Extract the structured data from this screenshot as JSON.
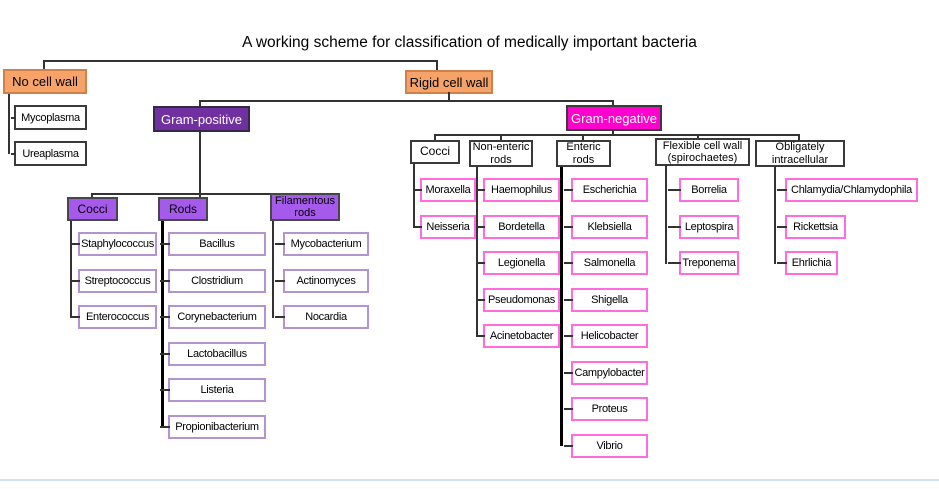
{
  "title": "A working scheme for classification of medically important bacteria",
  "colors": {
    "cell_wall_fill": "#f5a368",
    "cell_wall_border": "#d0804a",
    "gram_positive_fill": "#7030a0",
    "gram_negative_fill": "#ff00cf",
    "gp_group_fill": "#a55aeb",
    "gp_leaf_border": "#b493d3",
    "gn_leaf_border": "#ff6ce0",
    "connector": "#333333"
  },
  "tree": {
    "no_cell_wall": {
      "label": "No cell wall",
      "leaves": [
        "Mycoplasma",
        "Ureaplasma"
      ]
    },
    "rigid_cell_wall": {
      "label": "Rigid cell wall"
    },
    "gram_positive": {
      "label": "Gram-positive",
      "groups": [
        {
          "label": "Cocci",
          "leaves": [
            "Staphylococcus",
            "Streptococcus",
            "Enterococcus"
          ]
        },
        {
          "label": "Rods",
          "leaves": [
            "Bacillus",
            "Clostridium",
            "Corynebacterium",
            "Lactobacillus",
            "Listeria",
            "Propionibacterium"
          ]
        },
        {
          "label": "Filamentous rods",
          "leaves": [
            "Mycobacterium",
            "Actinomyces",
            "Nocardia"
          ]
        }
      ]
    },
    "gram_negative": {
      "label": "Gram-negative",
      "groups": [
        {
          "label": "Cocci",
          "leaves": [
            "Moraxella",
            "Neisseria"
          ]
        },
        {
          "label": "Non-enteric rods",
          "leaves": [
            "Haemophilus",
            "Bordetella",
            "Legionella",
            "Pseudomonas",
            "Acinetobacter"
          ]
        },
        {
          "label": "Enteric rods",
          "leaves": [
            "Escherichia",
            "Klebsiella",
            "Salmonella",
            "Shigella",
            "Helicobacter",
            "Campylobacter",
            "Proteus",
            "Vibrio"
          ]
        },
        {
          "label": "Flexible cell wall (spirochaetes)",
          "leaves": [
            "Borrelia",
            "Leptospira",
            "Treponema"
          ]
        },
        {
          "label": "Obligately intracellular",
          "leaves": [
            "Chlamydia/Chlamydophila",
            "Rickettsia",
            "Ehrlichia"
          ]
        }
      ]
    }
  }
}
